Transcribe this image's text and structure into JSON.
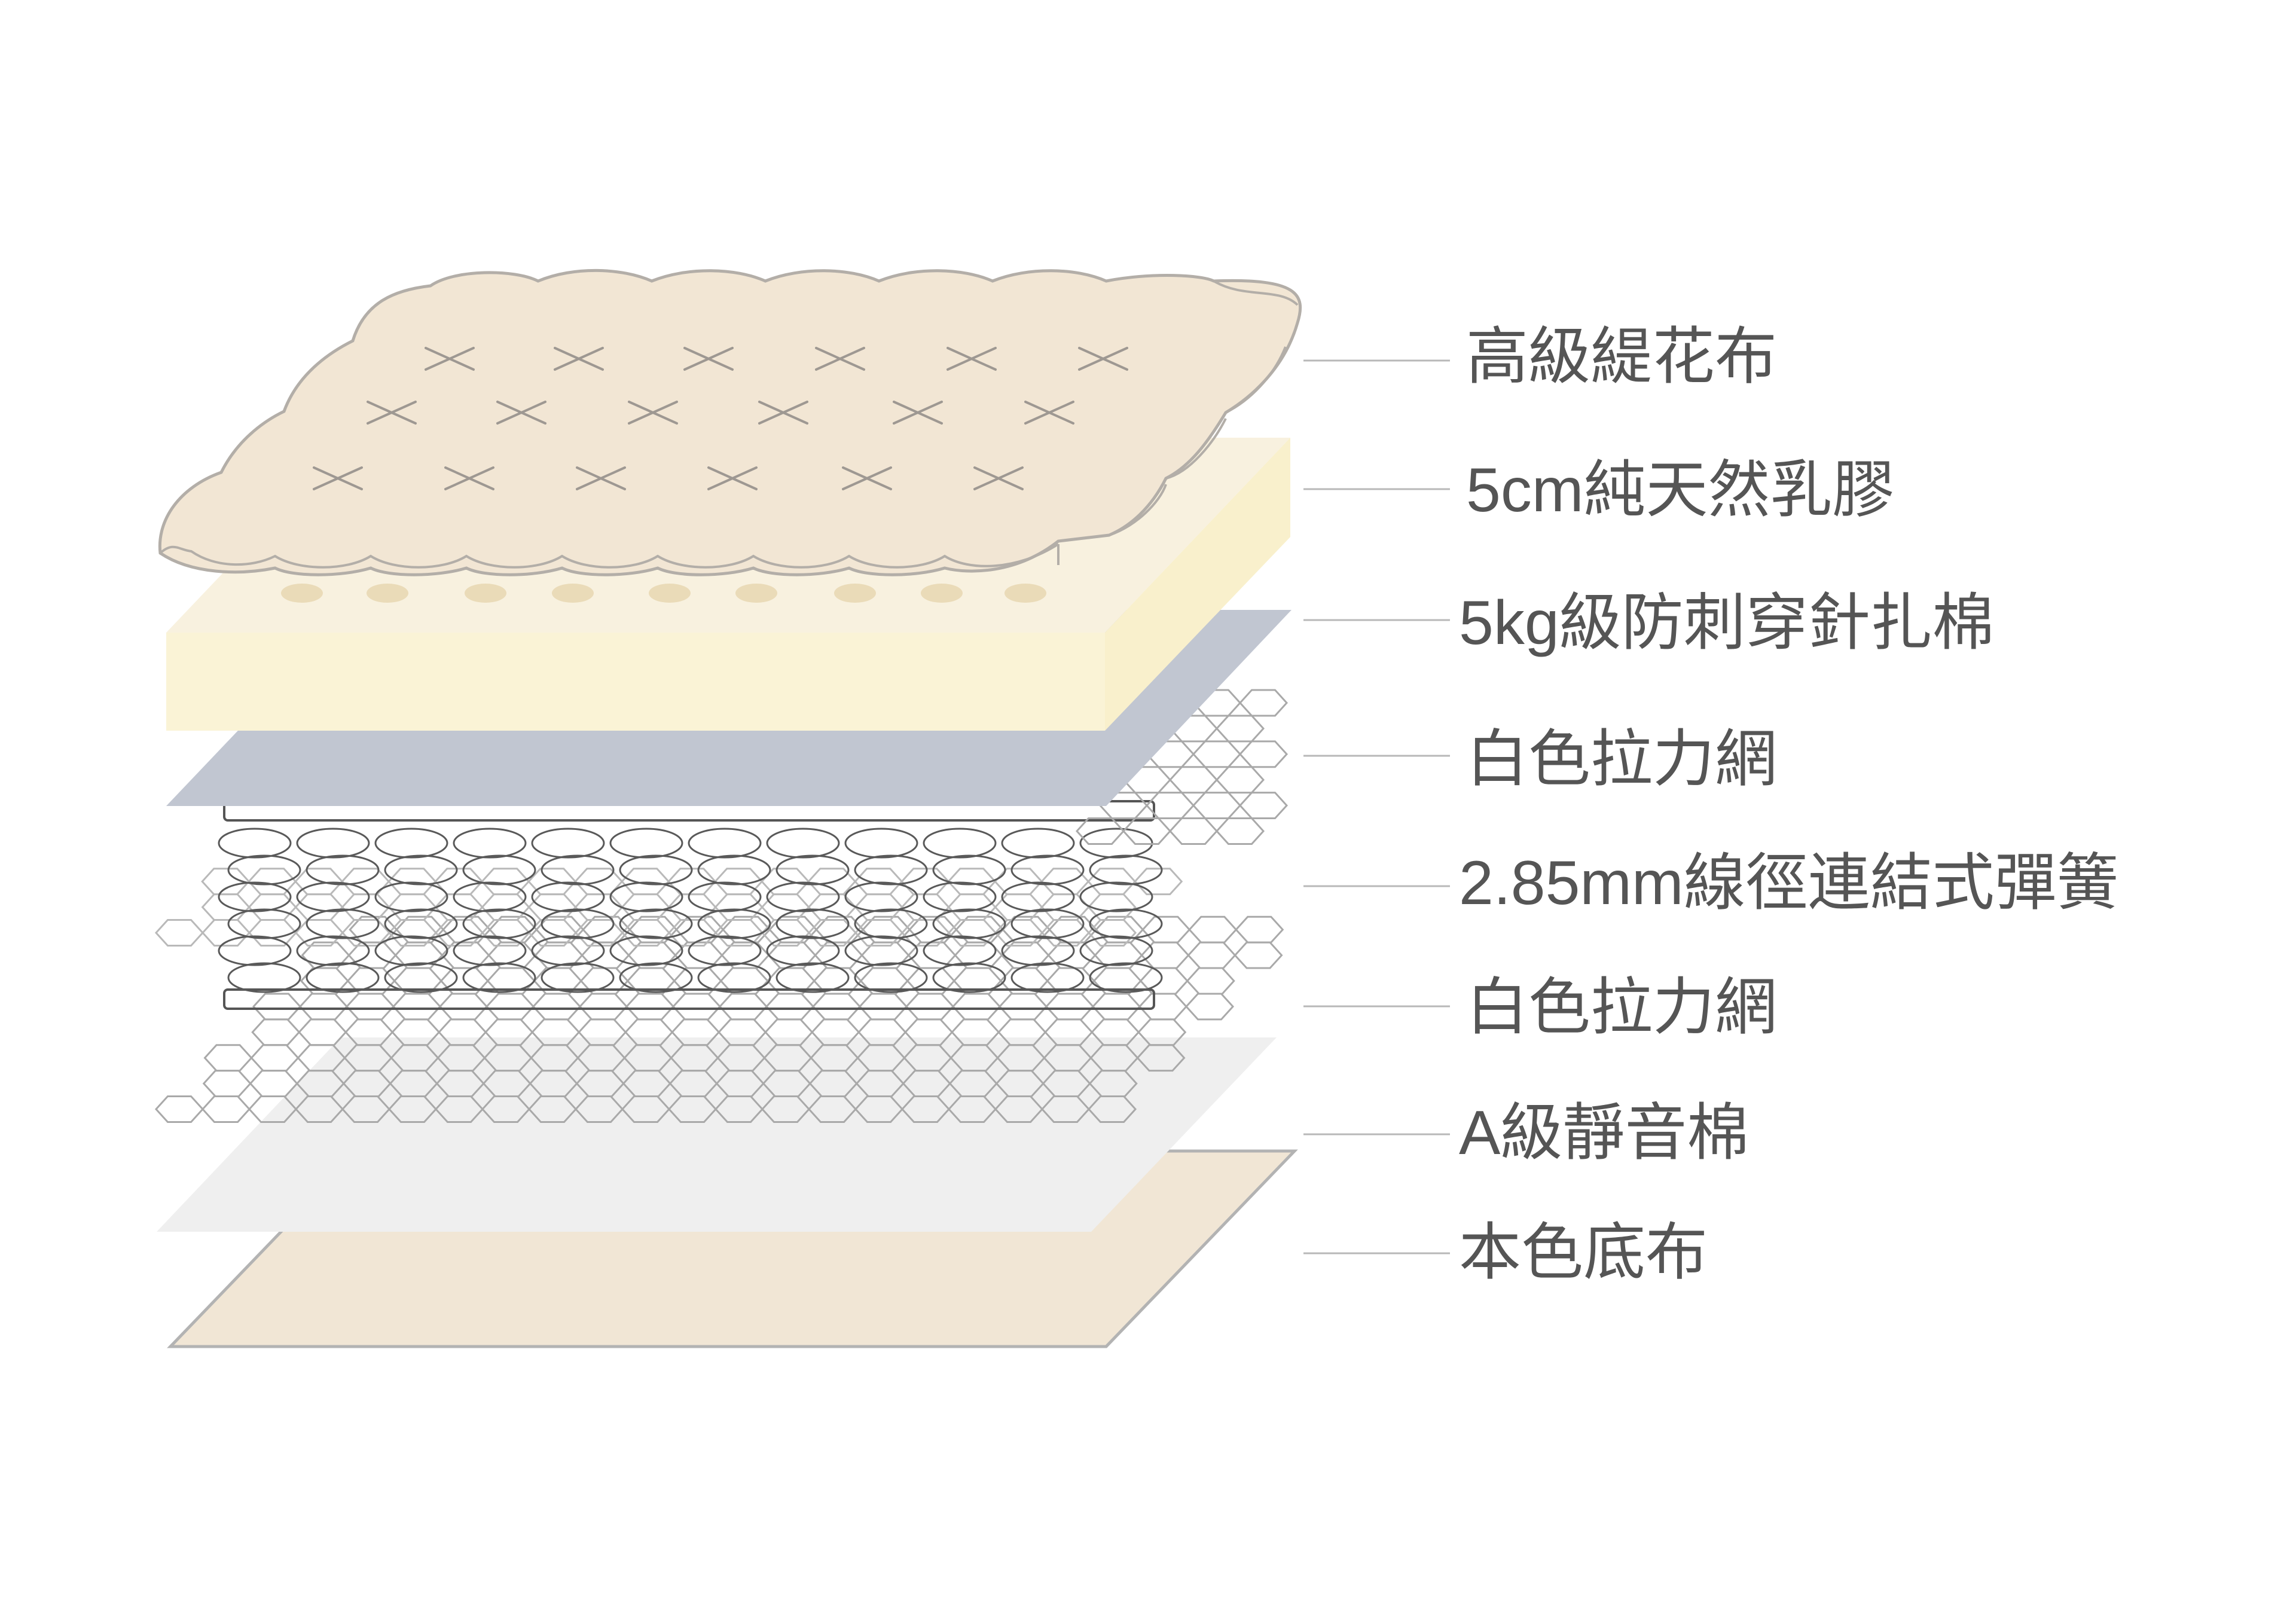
{
  "layers": [
    {
      "id": "quilted-fabric",
      "label": "高級緹花布"
    },
    {
      "id": "latex",
      "label": "5cm純天然乳膠"
    },
    {
      "id": "felt",
      "label": "5kg級防刺穿針扎棉"
    },
    {
      "id": "net-top",
      "label": "白色拉力網"
    },
    {
      "id": "springs",
      "label": "2.85mm線徑連結式彈簧"
    },
    {
      "id": "net-bottom",
      "label": "白色拉力網"
    },
    {
      "id": "foam",
      "label": "A級靜音棉"
    },
    {
      "id": "base-fabric",
      "label": "本色底布"
    }
  ],
  "colors": {
    "quilt_fill": "#f2e6d4",
    "quilt_stroke": "#b3aea8",
    "latex_top": "#f8f1df",
    "latex_front": "#faf3d6",
    "latex_side": "#f9f0cc",
    "felt": "#c1c6d1",
    "net_stroke": "#a9a9a9",
    "spring_stroke": "#595959",
    "foam": "#efefef",
    "base_fabric": "#f1e6d5",
    "base_stroke": "#b3b3b3",
    "leader_line": "#b8b8b8",
    "label_text": "#555555"
  }
}
